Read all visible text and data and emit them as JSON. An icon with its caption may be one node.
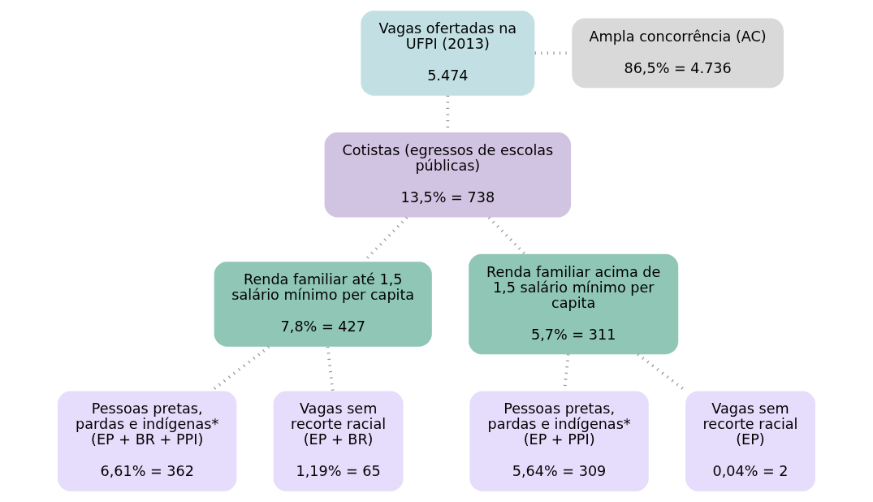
{
  "diagram": {
    "nodes": [
      {
        "text": [
          "Vagas ofertadas na UFPI (2013)",
          "5.474"
        ]
      },
      {
        "text": [
          "Ampla concorrência (AC)",
          "86,5% = 4.736"
        ]
      },
      {
        "text": [
          "Cotistas (egressos de escolas públicas)",
          "13,5% = 738"
        ]
      },
      {
        "text": [
          "Renda familiar até 1,5 salário mínimo per capita",
          "7,8% = 427"
        ]
      },
      {
        "text": [
          "Renda familiar acima de 1,5 salário mínimo per capita",
          "5,7% = 311"
        ]
      },
      {
        "text": [
          "Pessoas pretas, pardas e indígenas* (EP + BR + PPI)",
          "6,61% = 362"
        ]
      },
      {
        "text": [
          "Vagas sem recorte racial (EP + BR)",
          "1,19% = 65"
        ]
      },
      {
        "text": [
          "Pessoas pretas, pardas e indígenas* (EP + PPI)",
          "5,64% = 309"
        ]
      },
      {
        "text": [
          "Vagas sem recorte racial (EP)",
          "0,04% = 2"
        ]
      }
    ],
    "edges": [
      {
        "from": 0,
        "to": 1,
        "arrow": "none"
      },
      {
        "from": 0,
        "to": 2,
        "arrow": "none"
      },
      {
        "from": 2,
        "to": 3,
        "arrow": "none"
      },
      {
        "from": 2,
        "to": 4,
        "arrow": "none"
      },
      {
        "from": 3,
        "to": 5,
        "arrow": "none"
      },
      {
        "from": 3,
        "to": 6,
        "arrow": "none"
      },
      {
        "from": 4,
        "to": 7,
        "arrow": "none"
      },
      {
        "from": 4,
        "to": 8,
        "arrow": "none"
      }
    ]
  }
}
